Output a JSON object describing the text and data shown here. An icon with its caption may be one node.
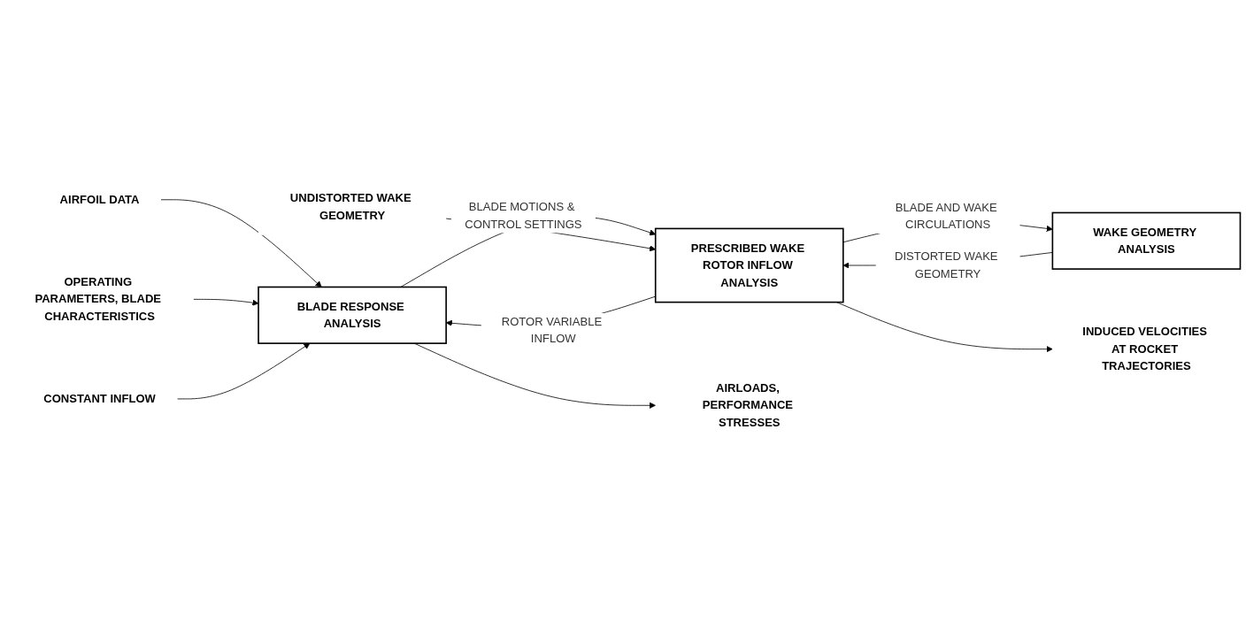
{
  "diagram": {
    "nodes": [
      {
        "text": [
          "AIRFOIL DATA"
        ]
      },
      {
        "text": [
          "OPERATING PARAMETERS, BLADE CHARACTERISTICS"
        ]
      },
      {
        "text": [
          "CONSTANT INFLOW"
        ]
      },
      {
        "text": [
          "BLADE RESPONSE ANALYSIS"
        ]
      },
      {
        "text": [
          "UNDISTORTED WAKE GEOMETRY"
        ]
      },
      {
        "text": [
          "PRESCRIBED WAKE ROTOR INFLOW ANALYSIS"
        ]
      },
      {
        "text": [
          "WAKE GEOMETRY ANALYSIS"
        ]
      },
      {
        "text": [
          "AIRLOADS, PERFORMANCE STRESSES"
        ]
      },
      {
        "text": [
          "INDUCED VELOCITIES AT ROCKET TRAJECTORIES"
        ]
      }
    ],
    "edges": [
      {
        "from": 0,
        "to": 3,
        "arrow": "to"
      },
      {
        "from": 1,
        "to": 3,
        "arrow": "to"
      },
      {
        "from": 2,
        "to": 3,
        "arrow": "to"
      },
      {
        "from": 3,
        "to": 5,
        "label": "BLADE MOTIONS & CONTROL SETTINGS",
        "arrow": "to"
      },
      {
        "from": 4,
        "to": 5,
        "arrow": "to"
      },
      {
        "from": 5,
        "to": 6,
        "label": "BLADE AND WAKE CIRCULATIONS",
        "arrow": "to"
      },
      {
        "from": 6,
        "to": 5,
        "label": "DISTORTED WAKE GEOMETRY",
        "arrow": "to"
      },
      {
        "from": 3,
        "to": 7,
        "arrow": "to"
      },
      {
        "from": 5,
        "to": 3,
        "label": "ROTOR VARIABLE INFLOW",
        "arrow": "to"
      },
      {
        "from": 5,
        "to": 8,
        "arrow": "to"
      }
    ]
  }
}
